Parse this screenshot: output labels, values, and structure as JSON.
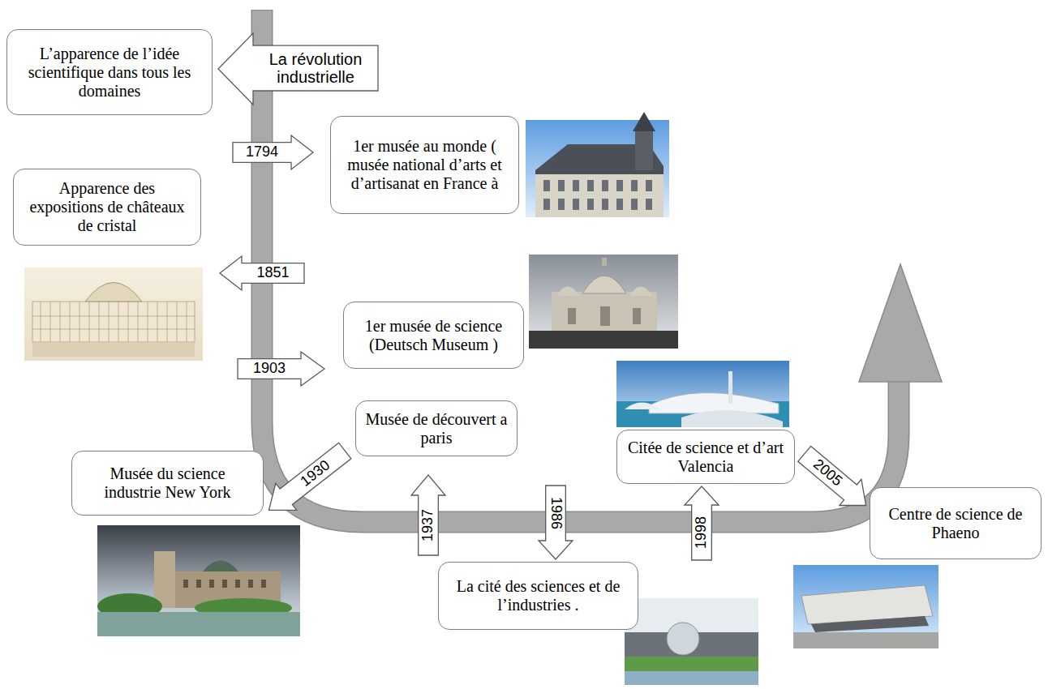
{
  "diagram": {
    "nodes": [
      {
        "text": [
          "La révolution industrielle"
        ]
      },
      {
        "text": [
          "L’apparence de l’idée scientifique dans tous les domaines"
        ]
      },
      {
        "text": [
          "1794"
        ]
      },
      {
        "text": [
          "1er musée au monde ( musée national d’arts et d’artisanat en France à"
        ]
      },
      {
        "text": [
          "Apparence des expositions de châteaux de cristal"
        ]
      },
      {
        "text": [
          "1851"
        ]
      },
      {
        "text": [
          "1er musée de science (Deutsch Museum )"
        ]
      },
      {
        "text": [
          "1903"
        ]
      },
      {
        "text": [
          "1930"
        ]
      },
      {
        "text": [
          "Musée du science industrie New York"
        ]
      },
      {
        "text": [
          "Musée de découvert a paris"
        ]
      },
      {
        "text": [
          "1937"
        ]
      },
      {
        "text": [
          "1986"
        ]
      },
      {
        "text": [
          "La cité des sciences et de l’industries ."
        ]
      },
      {
        "text": [
          "1998"
        ]
      },
      {
        "text": [
          "Citée de science et d’art Valencia"
        ]
      },
      {
        "text": [
          "2005"
        ]
      },
      {
        "text": [
          "Centre de science de Phaeno"
        ]
      }
    ]
  }
}
